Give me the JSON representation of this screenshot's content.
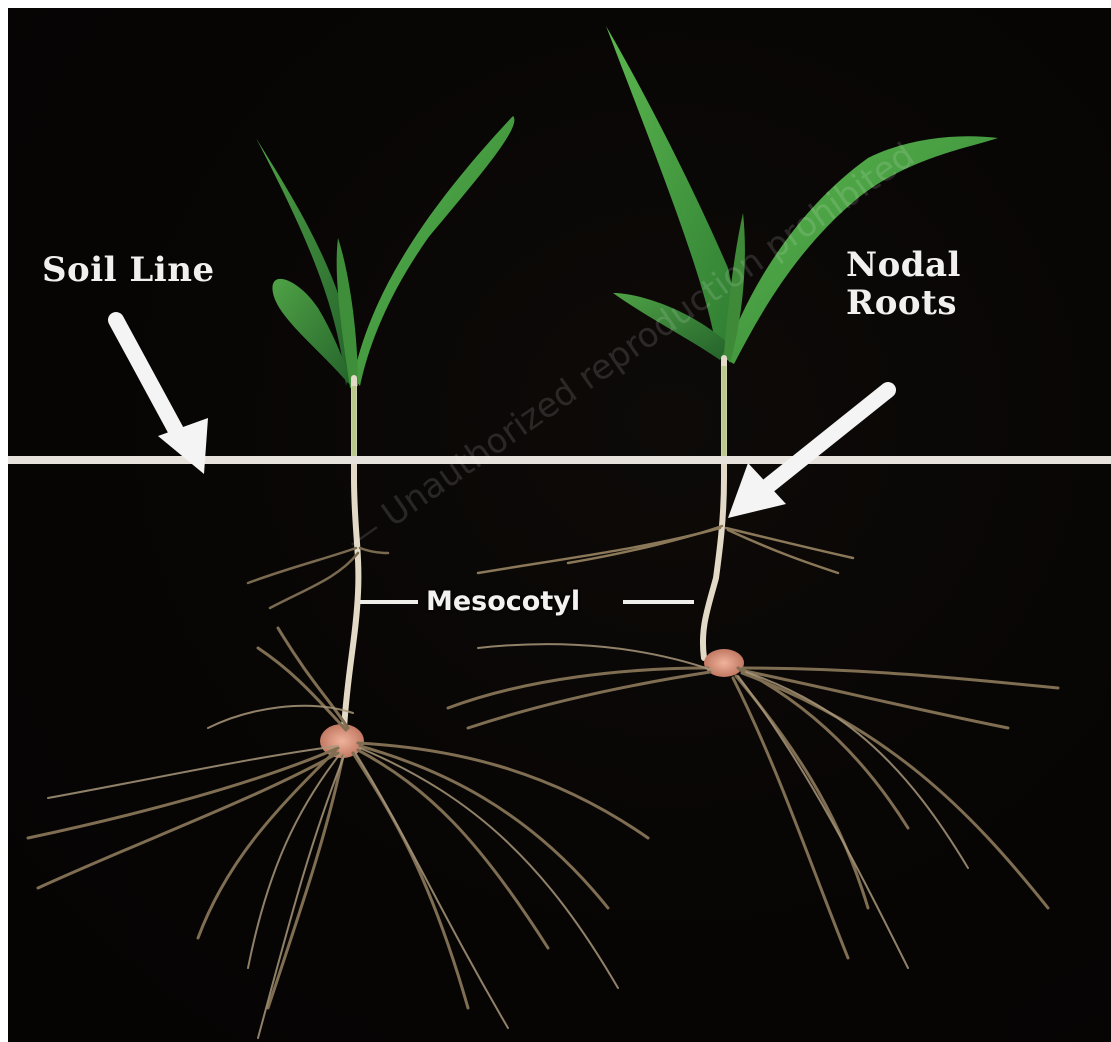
{
  "labels": {
    "soil_line": "Soil Line",
    "nodal_roots_line1": "Nodal",
    "nodal_roots_line2": "Roots",
    "mesocotyl": "Mesocotyl"
  },
  "watermark": "— Unauthorized reproduction prohibited",
  "colors": {
    "background": "#070504",
    "soil_line": "#e8e2dc",
    "label_text": "#f2f0ee",
    "leaf": "#3f9a3c",
    "stem": "#e4dccb",
    "root": "#8d7a5c",
    "seed": "#d9907a"
  },
  "icons": [
    "soil-line-arrow-icon",
    "nodal-roots-arrow-icon"
  ]
}
